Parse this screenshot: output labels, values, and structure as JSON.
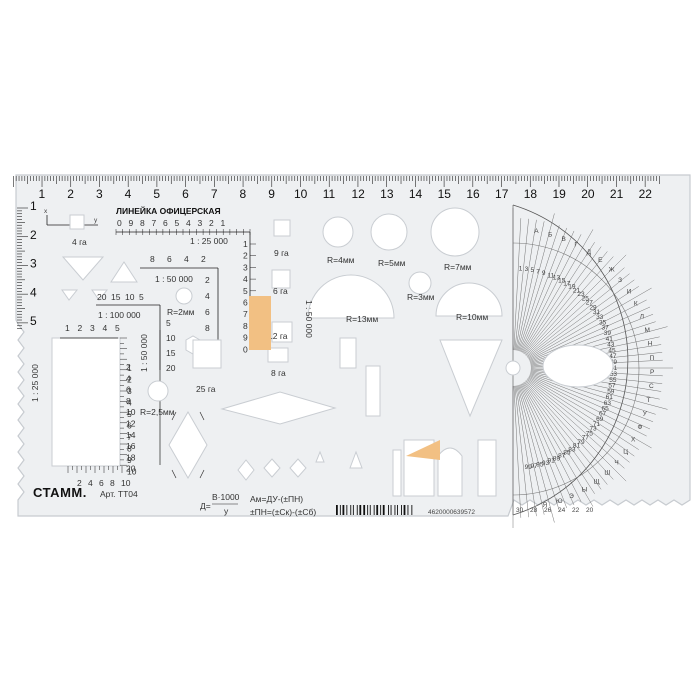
{
  "ruler": {
    "top_numbers": [
      "1",
      "2",
      "3",
      "4",
      "5",
      "6",
      "7",
      "8",
      "9",
      "10",
      "11",
      "12",
      "13",
      "14",
      "15",
      "16",
      "17",
      "18",
      "19",
      "20",
      "21",
      "22"
    ],
    "left_numbers": [
      "1",
      "2",
      "3",
      "4",
      "5"
    ],
    "title": "ЛИНЕЙКА ОФИЦЕРСКАЯ",
    "brand": "СТАММ.",
    "article": "Арт. ТТ04",
    "barcode_number": "4620000639572"
  },
  "scales": {
    "scale_25000_label": "1 : 25 000",
    "scale_25000_top": [
      "0",
      "9",
      "8",
      "7",
      "6",
      "5",
      "4",
      "3",
      "2",
      "1"
    ],
    "scale_25000_right": [
      "1",
      "2",
      "3",
      "4",
      "5",
      "6",
      "7",
      "8",
      "9",
      "0"
    ],
    "scale_50000_label": "1 : 50 000",
    "scale_50000_top": [
      "8",
      "6",
      "4",
      "2"
    ],
    "scale_50000_right": [
      "2",
      "4",
      "6",
      "8"
    ],
    "scale_100000_label": "1 : 100 000",
    "scale_100000_top": [
      "20",
      "15",
      "10",
      "5"
    ],
    "scale_100000_right": [
      "5",
      "10",
      "15",
      "20"
    ],
    "vertical_50000_label": "1 : 50 000",
    "left_block_label": "1 : 25 000",
    "left_block_top": [
      "1",
      "2",
      "3",
      "4",
      "5"
    ],
    "left_block_right": [
      "1",
      "2",
      "3",
      "4",
      "5",
      "6",
      "7",
      "8",
      "9",
      "10"
    ],
    "left_block_bottom": [
      "2",
      "4",
      "6",
      "8",
      "10"
    ],
    "mid_block_label": "1 : 50 000",
    "mid_block_right": [
      "2",
      "4",
      "6",
      "8",
      "10",
      "12",
      "14",
      "16",
      "18",
      "20"
    ],
    "vertical_right_label": "1 : 50 000"
  },
  "labels": {
    "axis_x": "x",
    "axis_y": "y",
    "area_4": "4 га",
    "area_9": "9 га",
    "area_6": "6 га",
    "area_12": "12 га",
    "area_8": "8 га",
    "area_25": "25 га",
    "r_2mm": "R=2мм",
    "r_2_5mm": "R=2,5мм",
    "r_4mm": "R=4мм",
    "r_5mm": "R=5мм",
    "r_7mm": "R=7мм",
    "r_3mm": "R=3мм",
    "r_13mm": "R=13мм",
    "r_10mm": "R=10мм"
  },
  "formulas": {
    "d_lhs": "Д=",
    "d_num": "В·1000",
    "d_den": "у",
    "am": "Ам=ДУ-(±ПН)",
    "pn": "±ПН=(±Ск)-(±Сб)"
  },
  "protractor": {
    "outer_labels": [
      "А",
      "Б",
      "В",
      "Г",
      "Д",
      "Е",
      "Ж",
      "З",
      "И",
      "К",
      "Л",
      "М",
      "Н",
      "П",
      "Р",
      "С",
      "Т",
      "У",
      "Ф",
      "Х",
      "Ц",
      "Ч",
      "Ш",
      "Щ",
      "Ы",
      "Э",
      "Ю",
      "Я"
    ],
    "inner_numbers": [
      "1",
      "3",
      "5",
      "7",
      "9",
      "11",
      "13",
      "15",
      "17",
      "19",
      "21",
      "23",
      "25",
      "27",
      "29",
      "31",
      "33",
      "35",
      "37",
      "39",
      "41",
      "43",
      "45",
      "47",
      "49",
      "51",
      "53",
      "55",
      "57",
      "59",
      "61",
      "63",
      "65",
      "67",
      "69",
      "71",
      "73",
      "75",
      "77",
      "79",
      "81",
      "83",
      "85",
      "87",
      "89",
      "91",
      "93",
      "95",
      "97",
      "99"
    ],
    "bottom_numbers": [
      "30",
      "28",
      "26",
      "24",
      "22",
      "20"
    ]
  },
  "colors": {
    "ruler_fill": "#eef0f2",
    "ruler_edge": "#c7cbd0",
    "ink": "#1a1a1a",
    "accent_orange": "#f2c083"
  }
}
